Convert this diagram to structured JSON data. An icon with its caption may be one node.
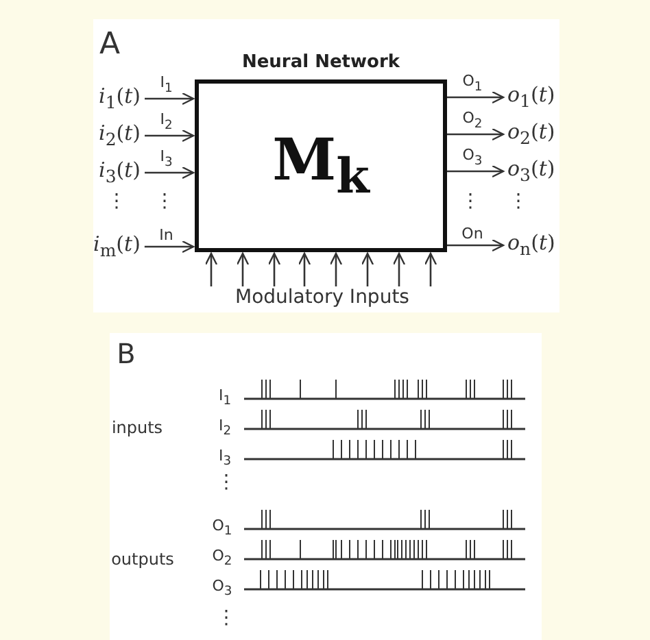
{
  "diagram": {
    "nodes": [
      {
        "text": [
          "Neural Network",
          "M$_{k}$"
        ]
      },
      {
        "text": [
          "*i*$_{1}$(*t*)"
        ]
      },
      {
        "text": [
          "*i*$_{2}$(*t*)"
        ]
      },
      {
        "text": [
          "*i*$_{3}$(*t*)"
        ]
      },
      {
        "text": [
          "*i*$_{m}$(*t*)"
        ]
      },
      {
        "text": [
          "*o*$_{1}$(*t*)"
        ]
      },
      {
        "text": [
          "*o*$_{2}$(*t*)"
        ]
      },
      {
        "text": [
          "*o*$_{3}$(*t*)"
        ]
      },
      {
        "text": [
          "*o*$_{n}$(*t*)"
        ]
      },
      {
        "text": [
          "Modulatory Inputs"
        ]
      }
    ],
    "edges": [
      {
        "from": 1,
        "to": 0,
        "arrow": "to",
        "label": "I$_{1}$"
      },
      {
        "from": 2,
        "to": 0,
        "arrow": "to",
        "label": "I$_{2}$"
      },
      {
        "from": 3,
        "to": 0,
        "arrow": "to",
        "label": "I$_{3}$"
      },
      {
        "from": 4,
        "to": 0,
        "arrow": "to",
        "label": "In"
      },
      {
        "from": 0,
        "to": 5,
        "arrow": "to",
        "label": "O$_{1}$"
      },
      {
        "from": 0,
        "to": 6,
        "arrow": "to",
        "label": "O$_{2}$"
      },
      {
        "from": 0,
        "to": 7,
        "arrow": "to",
        "label": "O$_{3}$"
      },
      {
        "from": 0,
        "to": 8,
        "arrow": "to",
        "label": "On"
      },
      {
        "from": 9,
        "to": 0,
        "arrow": "to"
      },
      {
        "from": 9,
        "to": 0,
        "arrow": "to"
      },
      {
        "from": 9,
        "to": 0,
        "arrow": "to"
      },
      {
        "from": 9,
        "to": 0,
        "arrow": "to"
      },
      {
        "from": 9,
        "to": 0,
        "arrow": "to"
      },
      {
        "from": 9,
        "to": 0,
        "arrow": "to"
      },
      {
        "from": 9,
        "to": 0,
        "arrow": "to"
      },
      {
        "from": 9,
        "to": 0,
        "arrow": "to"
      }
    ],
    "labels": [
      "A",
      "⋮",
      "⋮",
      "⋮",
      "⋮",
      "B",
      "I$_{1}$",
      "inputs",
      "I$_{2}$",
      "I$_{3}$",
      "⋮",
      "O$_{1}$",
      "outputs",
      "O$_{2}$",
      "O$_{3}$",
      "⋮"
    ]
  }
}
